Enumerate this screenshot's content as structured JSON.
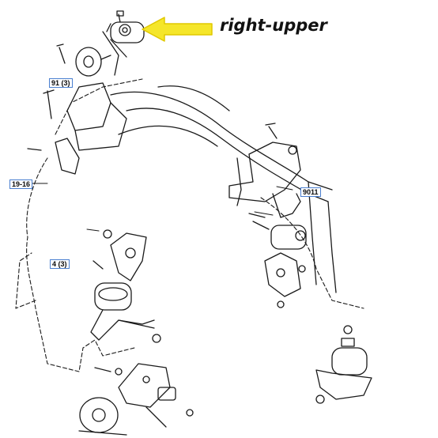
{
  "callout": {
    "label": "right-upper",
    "arrow_color": "#f5e62a",
    "arrow_outline": "#e0c800"
  },
  "part_refs": [
    {
      "id": "ref-91",
      "text": "91 (3)"
    },
    {
      "id": "ref-19",
      "text": "19-16"
    },
    {
      "id": "ref-9011",
      "text": "9011"
    },
    {
      "id": "ref-4",
      "text": "4 (3)"
    }
  ],
  "colors": {
    "line": "#1a1a1a",
    "highlight_box": "#4a7fd0"
  }
}
